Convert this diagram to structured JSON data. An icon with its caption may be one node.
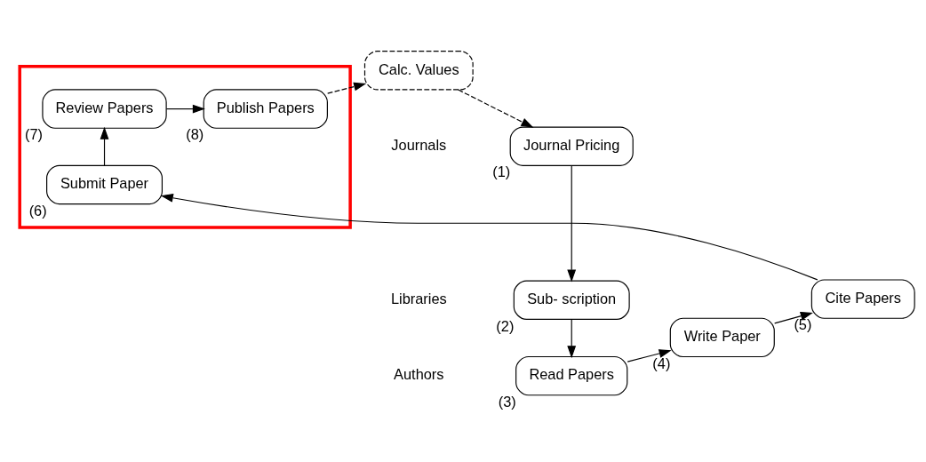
{
  "diagram": {
    "nodes": [
      {
        "text": [
          "Read Papers"
        ],
        "beside": [
          "(3)"
        ]
      },
      {
        "text": [
          "Write Paper"
        ],
        "beside": [
          "(4)"
        ]
      },
      {
        "text": [
          "Cite Papers"
        ],
        "beside": [
          "(5)"
        ]
      },
      {
        "text": [],
        "shape": "box"
      },
      {
        "text": [
          "Submit Paper"
        ],
        "beside": [
          "(6)"
        ],
        "in": 3
      },
      {
        "text": [
          "Sub- scription"
        ],
        "beside": [
          "(2)"
        ]
      },
      {
        "text": [
          "Journal Pricing"
        ],
        "beside": [
          "(1)"
        ]
      },
      {
        "text": [
          "Review Papers"
        ],
        "beside": [
          "(7)"
        ],
        "in": 3
      },
      {
        "text": [
          "Publish Papers"
        ],
        "beside": [
          "(8)"
        ],
        "in": 3
      },
      {
        "text": [
          "Calc. Values"
        ]
      }
    ],
    "edges": [
      {
        "from": 6,
        "to": 5,
        "arrow": "to"
      },
      {
        "from": 5,
        "to": 0,
        "arrow": "to"
      },
      {
        "from": 0,
        "to": 1,
        "arrow": "to"
      },
      {
        "from": 1,
        "to": 2,
        "arrow": "to"
      },
      {
        "from": 2,
        "to": 4,
        "arrow": "to"
      },
      {
        "from": 4,
        "to": 7,
        "arrow": "to"
      },
      {
        "from": 7,
        "to": 8,
        "arrow": "to"
      },
      {
        "from": 8,
        "to": 9,
        "arrow": "to",
        "style": "dashed"
      },
      {
        "from": 9,
        "to": 6,
        "arrow": "to",
        "style": "dashed"
      }
    ],
    "labels": [
      "Authors",
      "Libraries",
      "Journals"
    ]
  }
}
